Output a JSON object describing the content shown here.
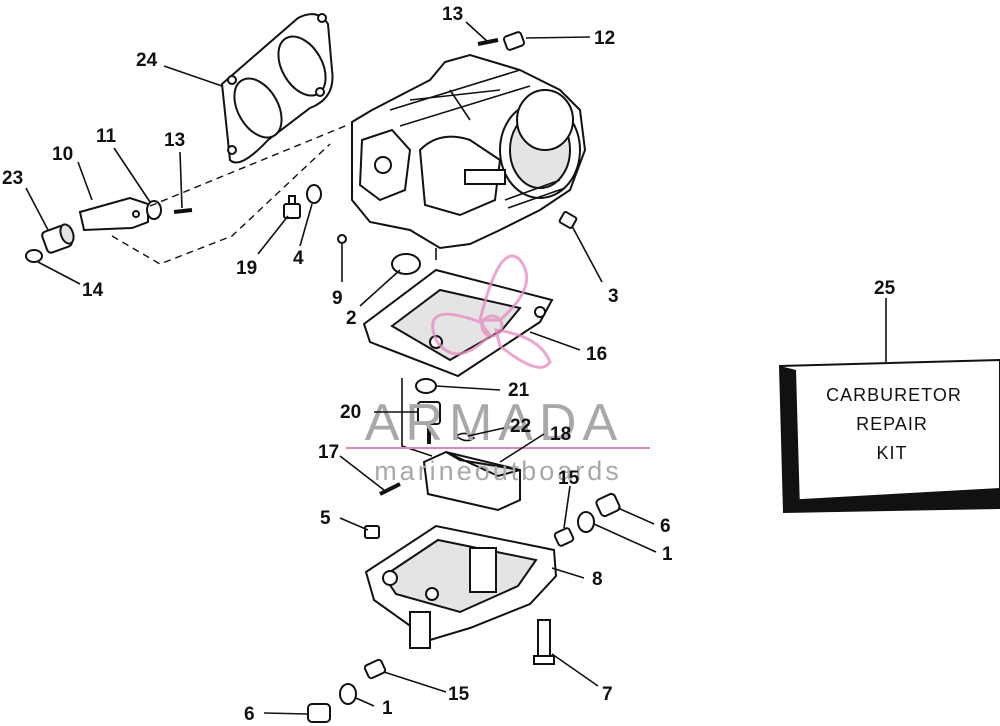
{
  "labels": {
    "l1a": "1",
    "l1b": "1",
    "l2": "2",
    "l3": "3",
    "l4": "4",
    "l5": "5",
    "l6a": "6",
    "l6b": "6",
    "l7": "7",
    "l8": "8",
    "l9": "9",
    "l10": "10",
    "l11": "11",
    "l12": "12",
    "l13a": "13",
    "l13b": "13",
    "l14": "14",
    "l15a": "15",
    "l15b": "15",
    "l16": "16",
    "l17": "17",
    "l18": "18",
    "l19": "19",
    "l20": "20",
    "l21": "21",
    "l22": "22",
    "l23": "23",
    "l24": "24",
    "l25": "25"
  },
  "kit_box": {
    "line1": "CARBURETOR",
    "line2": "REPAIR",
    "line3": "KIT"
  },
  "watermark": {
    "title": "ARMADA",
    "subtitle": "marineoutboards"
  },
  "colors": {
    "ink": "#111111",
    "watermark_logo": "#e58ac0",
    "watermark_text": "#a8a8a8"
  }
}
